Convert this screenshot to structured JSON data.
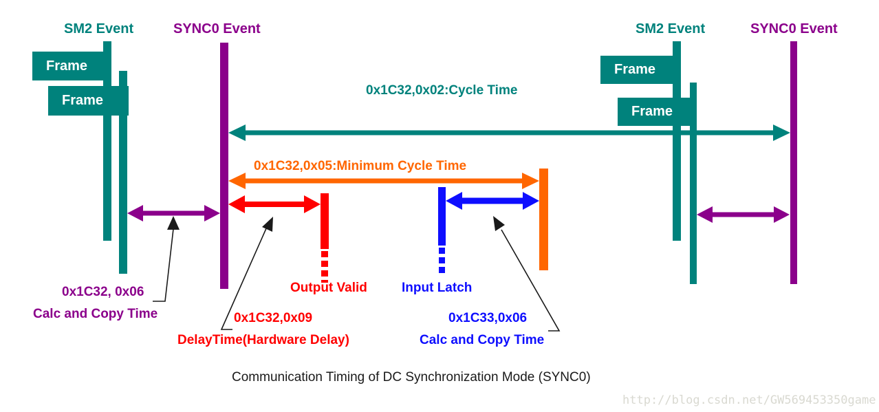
{
  "colors": {
    "teal": "#00827C",
    "purple": "#8B008B",
    "orange": "#FF6600",
    "red": "#FF0000",
    "blue": "#0E0EFF",
    "annotation_line": "#1A1A1A",
    "frame_text": "#FFFFFF",
    "caption_text": "#1A1A1A",
    "watermark_gray": "#D9D9D1"
  },
  "events": {
    "left": {
      "sm2": "SM2 Event",
      "sync0": "SYNC0 Event",
      "frames": [
        "Frame",
        "Frame"
      ]
    },
    "right": {
      "sm2": "SM2 Event",
      "sync0": "SYNC0 Event",
      "frames": [
        "Frame",
        "Frame"
      ]
    }
  },
  "timing_labels": {
    "cycle_time": "0x1C32,0x02:Cycle Time",
    "minimum_cycle_time": "0x1C32,0x05:Minimum Cycle Time",
    "output_valid": "Output Valid",
    "input_latch": "Input Latch"
  },
  "annotations": {
    "calc_copy_output": {
      "line1": "0x1C32, 0x06",
      "line2": "Calc and Copy Time"
    },
    "delay_time": {
      "line1": "0x1C32,0x09",
      "line2": "DelayTime(Hardware Delay)"
    },
    "calc_copy_input": {
      "line1": "0x1C33,0x06",
      "line2": "Calc and Copy Time"
    }
  },
  "caption": "Communication Timing of DC Synchronization Mode (SYNC0)",
  "watermark": "http://blog.csdn.net/GW569453350game"
}
